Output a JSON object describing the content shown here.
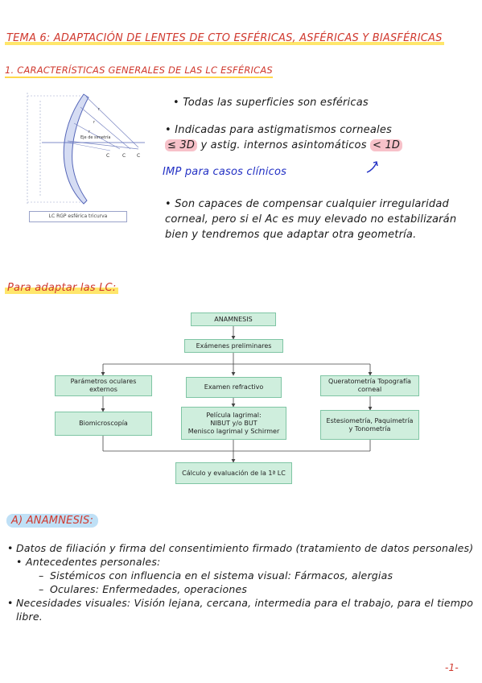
{
  "title": "Tema 6: Adaptación de lentes de CTO esféricas, asféricas y biasféricas",
  "section1": {
    "title": "1. Características generales de las LC esféricas",
    "figure": {
      "labels": {
        "eje": "Eje de simetría",
        "c": "C",
        "r": "r"
      },
      "caption": "LC RGP esférica tricurva"
    },
    "notes": {
      "n1": "Todas las superficies son esféricas",
      "n2_a": "Indicadas para astigmatismos corneales",
      "n2_highlight1": "≤ 3D",
      "n2_b": " y astig. internos asintomáticos ",
      "n2_highlight2": "< 1D",
      "imp": "IMP para casos clínicos",
      "n3": "Son capaces de compensar cualquier irregularidad corneal, pero si el Ac es muy elevado no estabilizarán bien y tendremos que adaptar otra geometría."
    }
  },
  "adapt": {
    "title": "Para adaptar las LC:",
    "flow": {
      "anamnesis": "ANAMNESIS",
      "examenes": "Exámenes preliminares",
      "parametros": "Parámetros oculares externos",
      "refractivo": "Examen refractivo",
      "queratometria": "Queratometría Topografía corneal",
      "biomicroscopia": "Biomicroscopía",
      "pelicula_1": "Película lagrimal:",
      "pelicula_2": "NIBUT y/o BUT",
      "pelicula_3": "Menisco lagrimal y Schirmer",
      "estesiometria": "Estesiometría, Paquimetría y Tonometría",
      "calculo": "Cálculo y evaluación de la 1ª LC"
    }
  },
  "anamnesis": {
    "title": "A) Anamnesis:",
    "items": [
      "Datos de filiación y firma del consentimiento firmado (tratamiento de datos personales)",
      "Antecedentes personales:",
      "Sistémicos con influencia en el sistema visual: Fármacos, alergias",
      "Oculares: Enfermedades, operaciones",
      "Necesidades visuales: Visión lejana, cercana, intermedia para el trabajo, para el tiempo libre."
    ],
    "bullets": {
      "dot": "•",
      "dash": "–"
    }
  },
  "page_number": "-1-"
}
